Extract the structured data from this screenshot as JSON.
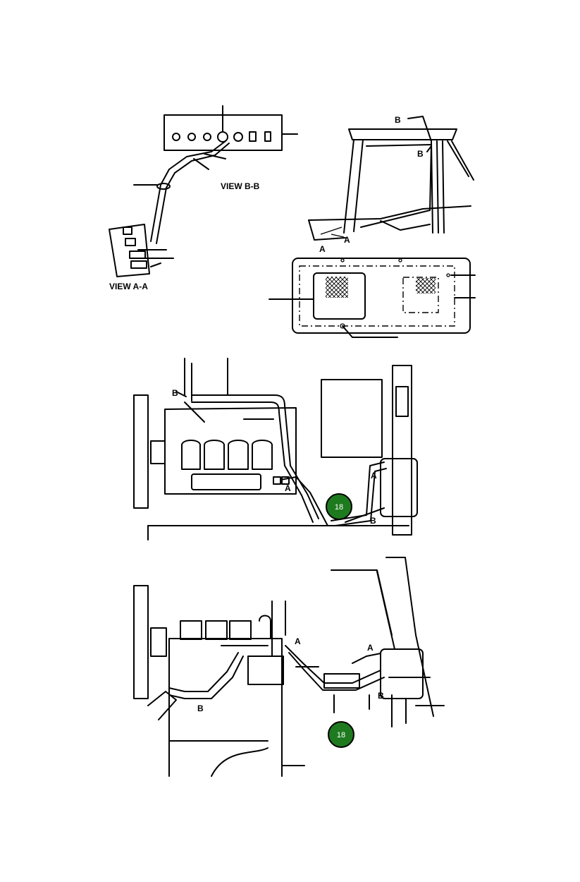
{
  "views": {
    "view_bb": "VIEW  B-B",
    "view_aa": "VIEW  A-A"
  },
  "letters": {
    "a": "A",
    "b": "B"
  },
  "callouts": [
    "18",
    "18"
  ],
  "colors": {
    "callout_fill": "#1e7a1e",
    "line": "#000000"
  }
}
